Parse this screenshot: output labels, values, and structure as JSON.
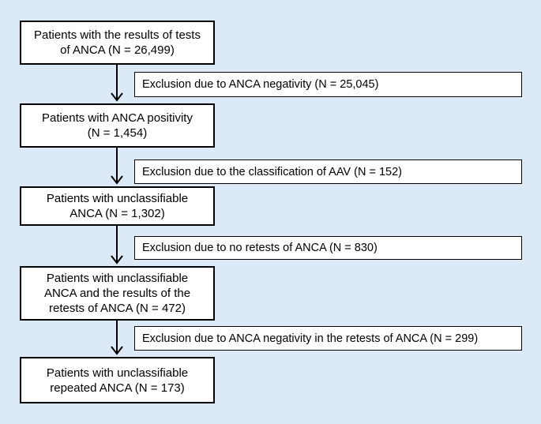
{
  "flow": {
    "boxes": [
      {
        "line1": "Patients with the results of tests",
        "line2": "of ANCA (N = 26,499)"
      },
      {
        "line1": "Patients with ANCA positivity",
        "line2": "(N = 1,454)"
      },
      {
        "line1": "Patients with unclassifiable",
        "line2": "ANCA (N = 1,302)"
      },
      {
        "line1": "Patients with unclassifiable",
        "line2": "ANCA and the results of the",
        "line3": "retests of ANCA (N = 472)"
      },
      {
        "line1": "Patients with unclassifiable",
        "line2": "repeated ANCA (N = 173)"
      }
    ],
    "exclusions": [
      {
        "text": "Exclusion due to ANCA negativity (N = 25,045)"
      },
      {
        "text": "Exclusion due to the classification of AAV (N = 152)"
      },
      {
        "text": "Exclusion due to no retests of ANCA (N = 830)"
      },
      {
        "text": "Exclusion due to ANCA negativity in the retests of ANCA (N = 299)"
      }
    ]
  }
}
